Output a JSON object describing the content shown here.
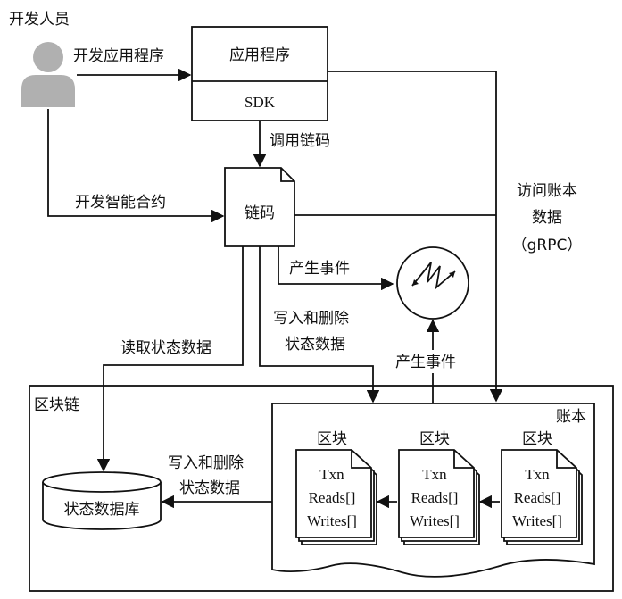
{
  "developer": {
    "label": "开发人员",
    "develop_app": "开发应用程序",
    "develop_contract": "开发智能合约"
  },
  "app": {
    "title": "应用程序",
    "sdk": "SDK"
  },
  "invoke_chaincode": "调用链码",
  "chaincode": "链码",
  "access_ledger": {
    "line1": "访问账本",
    "line2": "数据",
    "line3": "（gRPC）"
  },
  "emit_event": "产生事件",
  "read_state": "读取状态数据",
  "write_delete_state": {
    "line1": "写入和删除",
    "line2": "状态数据"
  },
  "events_emitted": "产生事件",
  "blockchain": {
    "label": "区块链"
  },
  "ledger": {
    "label": "账本"
  },
  "blocks": [
    {
      "title": "区块",
      "txn": "Txn",
      "reads": "Reads[]",
      "writes": "Writes[]"
    },
    {
      "title": "区块",
      "txn": "Txn",
      "reads": "Reads[]",
      "writes": "Writes[]"
    },
    {
      "title": "区块",
      "txn": "Txn",
      "reads": "Reads[]",
      "writes": "Writes[]"
    }
  ],
  "state_db": {
    "label": "状态数据库",
    "write_line1": "写入和删除",
    "write_line2": "状态数据"
  }
}
